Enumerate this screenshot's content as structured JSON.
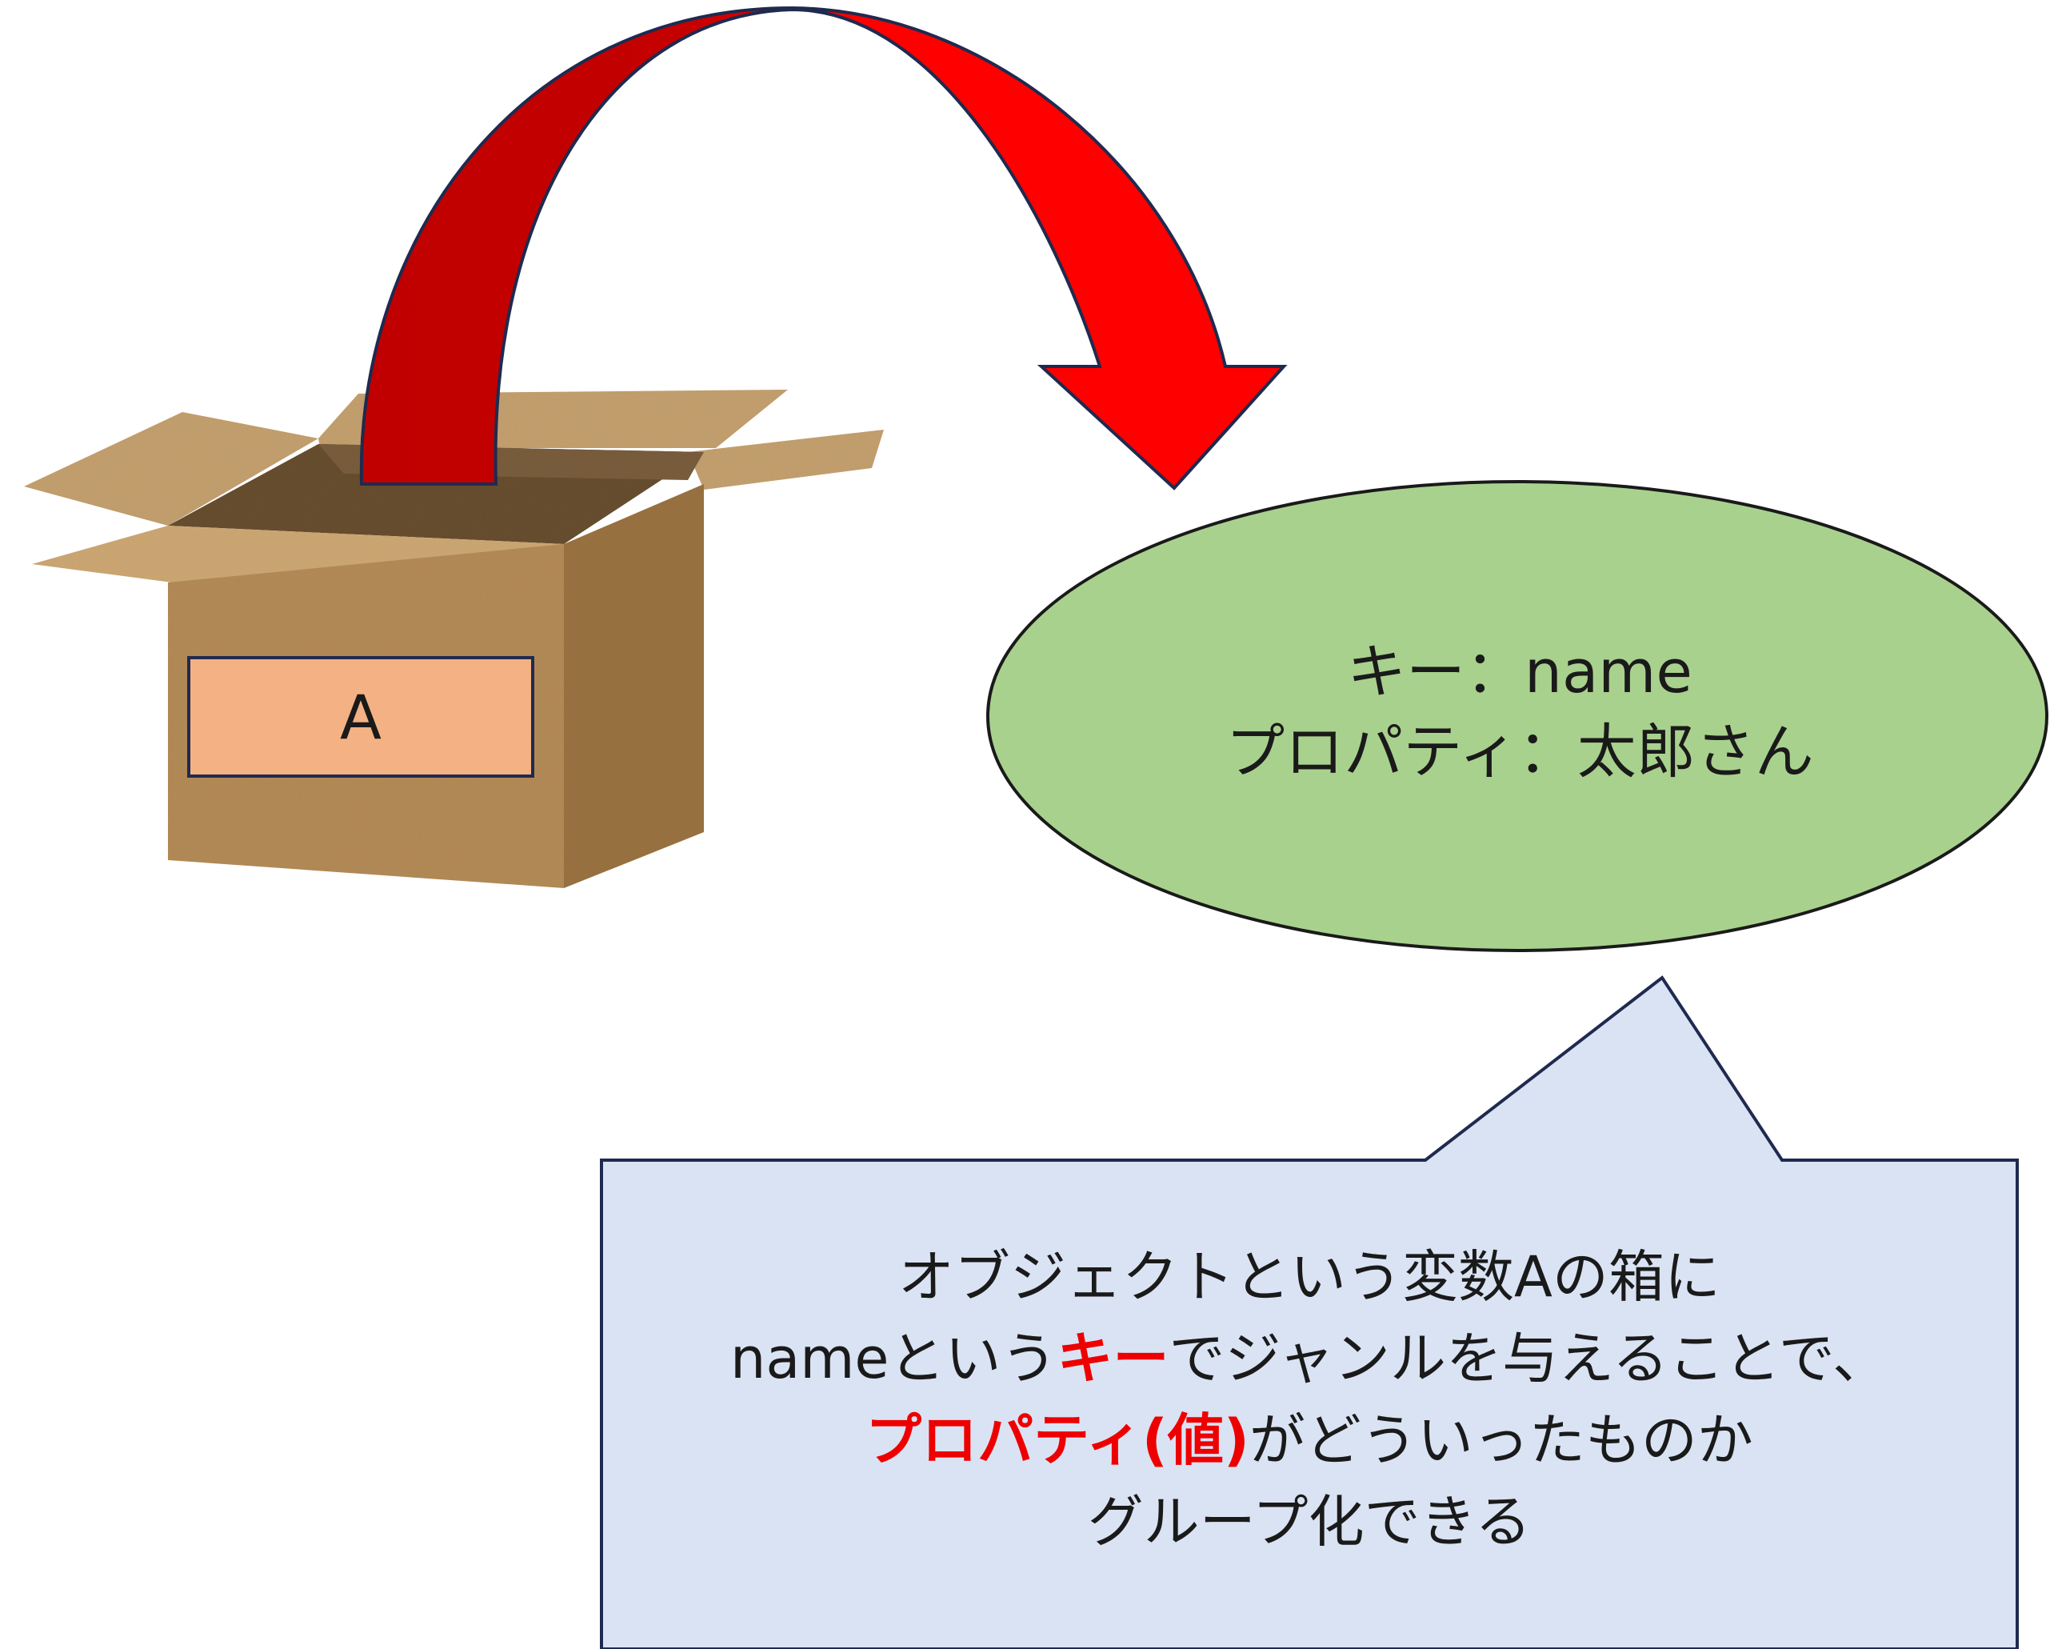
{
  "box": {
    "label": "A"
  },
  "ellipse": {
    "line1": "キー：name",
    "line2": "プロパティ：太郎さん"
  },
  "callout": {
    "line1": "オブジェクトという変数Aの箱に",
    "line2_pre": "nameという",
    "line2_emph": "キー",
    "line2_post": "でジャンルを与えることで、",
    "line3_emph": "プロパティ(値)",
    "line3_post": "がどういったものか",
    "line4": "グループ化できる"
  },
  "colors": {
    "arrow_red": "#ff0000",
    "arrow_dark_red": "#c00000",
    "ellipse_green": "#a9d18e",
    "callout_blue": "#dae3f3",
    "box_label_orange": "#f4b183",
    "outline_navy": "#1f2a4f",
    "cardboard": "#b88f5a",
    "emphasis_red": "#ee0000"
  },
  "icons": {
    "box": "cardboard-box-icon",
    "arrow": "curved-arrow-icon"
  }
}
